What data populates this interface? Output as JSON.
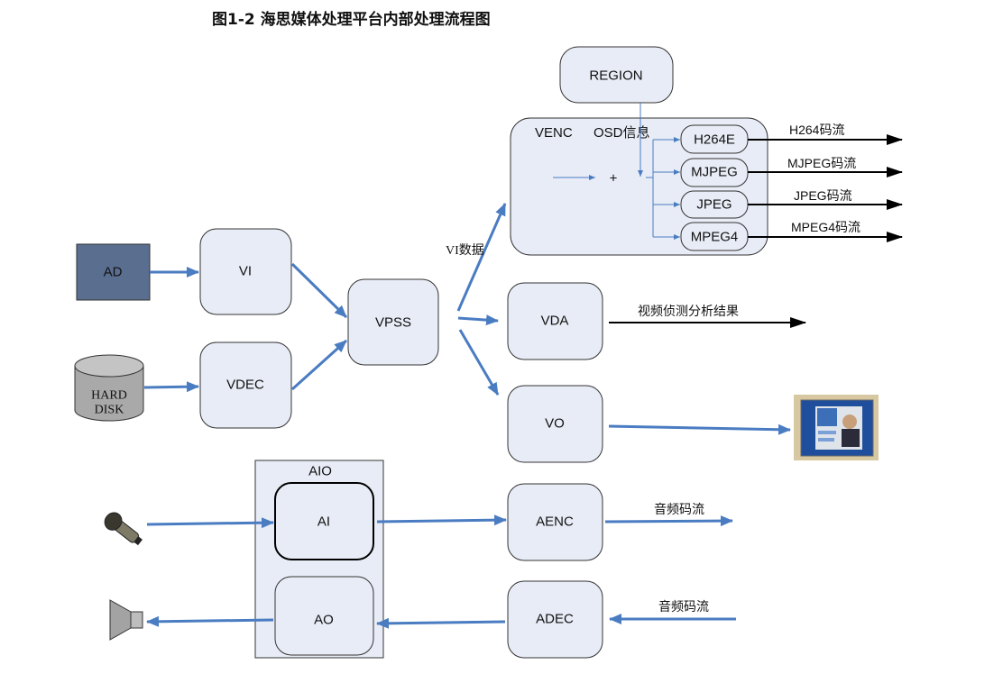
{
  "title": "图1-2  海思媒体处理平台内部处理流程图",
  "nodes": {
    "region": "REGION",
    "venc": "VENC",
    "osd": "OSD信息",
    "plus": "+",
    "h264e": "H264E",
    "mjpeg": "MJPEG",
    "jpeg": "JPEG",
    "mpeg4": "MPEG4",
    "ad": "AD",
    "vi": "VI",
    "vdec": "VDEC",
    "hard_disk_line1": "HARD",
    "hard_disk_line2": "DISK",
    "vpss": "VPSS",
    "vda": "VDA",
    "vo": "VO",
    "aio": "AIO",
    "ai": "AI",
    "ao": "AO",
    "aenc": "AENC",
    "adec": "ADEC"
  },
  "edge_labels": {
    "h264_stream": "H264码流",
    "mjpeg_stream": "MJPEG码流",
    "jpeg_stream": "JPEG码流",
    "mpeg4_stream": "MPEG4码流",
    "vi_data": "VI数据",
    "vda_result": "视频侦测分析结果",
    "audio_stream_out": "音频码流",
    "audio_stream_in": "音频码流"
  },
  "colors": {
    "box_fill": "#e8ecf6",
    "ad_fill": "#5a6e90",
    "arrow_blue": "#4a7cc2",
    "arrow_black": "#000000"
  },
  "icons": {
    "hard_disk": "hard-disk-icon",
    "microphone": "microphone-icon",
    "speaker": "speaker-icon",
    "monitor": "monitor-image"
  }
}
